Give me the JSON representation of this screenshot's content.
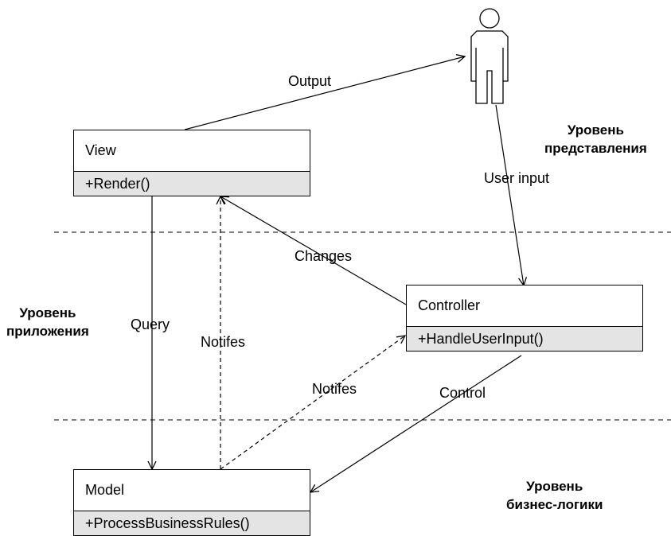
{
  "classes": {
    "view": {
      "name": "View",
      "method": "+Render()"
    },
    "controller": {
      "name": "Controller",
      "method": "+HandleUserInput()"
    },
    "model": {
      "name": "Model",
      "method": "+ProcessBusinessRules()"
    }
  },
  "edges": {
    "output": "Output",
    "user_input": "User input",
    "changes": "Changes",
    "query": "Query",
    "notifies_view": "Notifes",
    "notifies_controller": "Notifes",
    "control": "Control"
  },
  "levels": {
    "presentation": [
      "Уровень",
      "представления"
    ],
    "application": [
      "Уровень",
      "приложения"
    ],
    "business": [
      "Уровень",
      "бизнес-логики"
    ]
  }
}
